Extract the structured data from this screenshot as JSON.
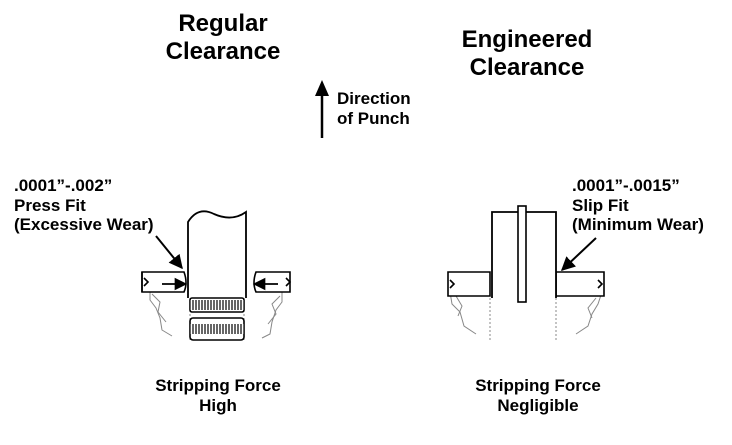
{
  "left": {
    "title_line1": "Regular",
    "title_line2": "Clearance",
    "fit_line1": ".0001”-.002”",
    "fit_line2": "Press Fit",
    "fit_line3": "(Excessive Wear)",
    "force_line1": "Stripping Force",
    "force_line2": "High"
  },
  "right": {
    "title_line1": "Engineered",
    "title_line2": "Clearance",
    "fit_line1": ".0001”-.0015”",
    "fit_line2": "Slip Fit",
    "fit_line3": "(Minimum Wear)",
    "force_line1": "Stripping Force",
    "force_line2": "Negligible"
  },
  "direction": {
    "line1": "Direction",
    "line2": "of Punch"
  }
}
